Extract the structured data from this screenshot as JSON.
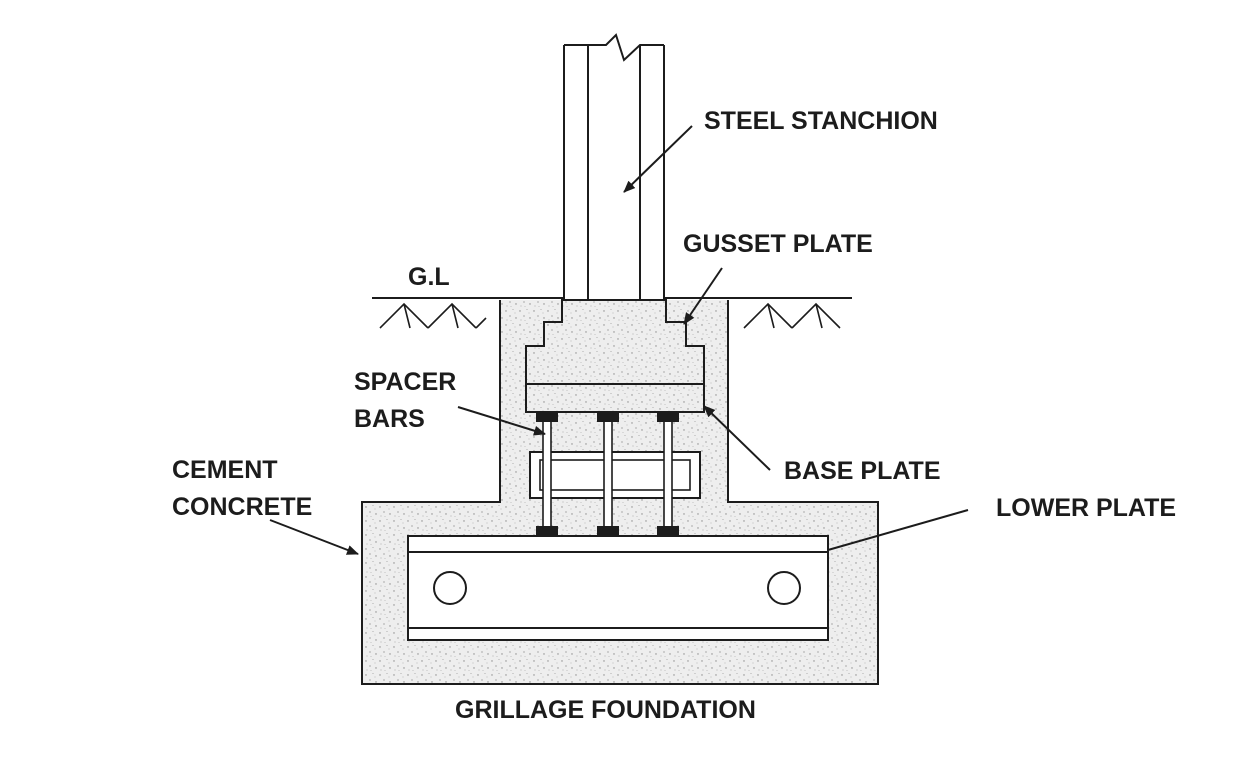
{
  "diagram": {
    "title": "GRILLAGE FOUNDATION",
    "labels": {
      "steel_stanchion": "STEEL STANCHION",
      "gusset_plate": "GUSSET PLATE",
      "ground_level": "G.L",
      "spacer_bars_line1": "SPACER",
      "spacer_bars_line2": "BARS",
      "cement_concrete_line1": "CEMENT",
      "cement_concrete_line2": "CONCRETE",
      "base_plate": "BASE PLATE",
      "lower_plate": "LOWER PLATE"
    },
    "colors": {
      "line": "#1c1c1c",
      "concrete_fill": "#ececec",
      "background": "#ffffff"
    }
  }
}
